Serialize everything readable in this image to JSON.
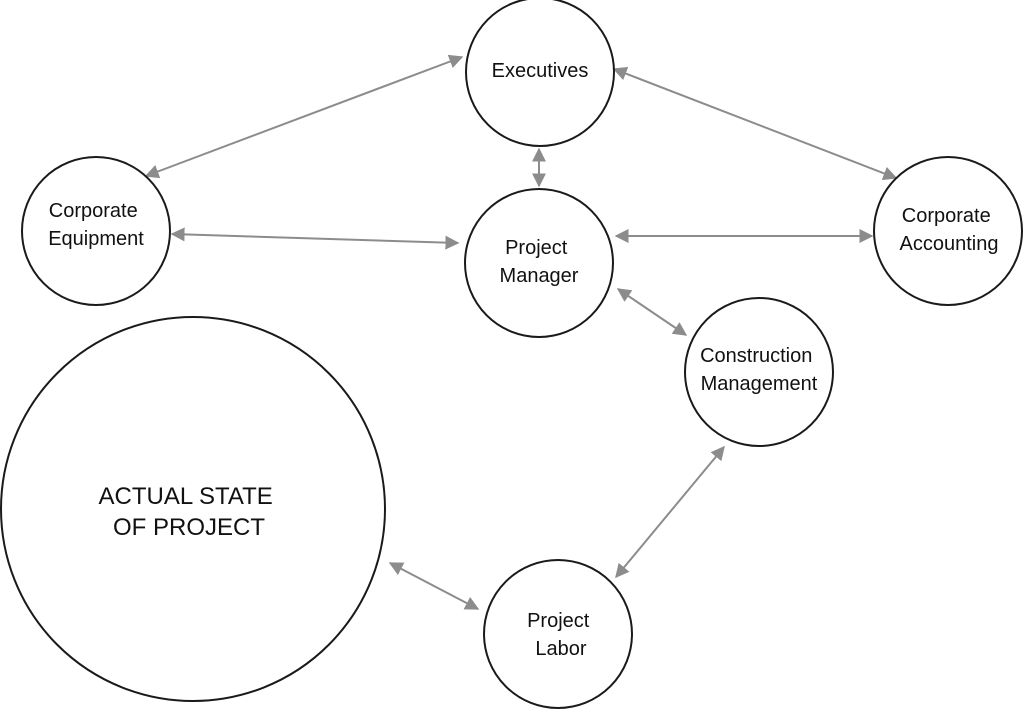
{
  "colors": {
    "node_stroke": "#1a1a1a",
    "arrow": "#8c8c8c",
    "text": "#111111",
    "background": "#ffffff"
  },
  "nodes": {
    "executives": {
      "lines": [
        "Executives"
      ]
    },
    "project_manager": {
      "lines": [
        "Project",
        "Manager"
      ]
    },
    "corporate_equipment": {
      "lines": [
        "Corporate",
        "Equipment"
      ]
    },
    "corporate_accounting": {
      "lines": [
        "Corporate",
        "Accounting"
      ]
    },
    "construction_management": {
      "lines": [
        "Construction",
        "Management"
      ]
    },
    "project_labor": {
      "lines": [
        "Project",
        "Labor"
      ]
    },
    "actual_state": {
      "lines": [
        "ACTUAL STATE",
        "OF PROJECT"
      ]
    }
  },
  "connections": [
    {
      "from": "executives",
      "to": "corporate_equipment",
      "style": "bidirectional-arrow"
    },
    {
      "from": "executives",
      "to": "corporate_accounting",
      "style": "bidirectional-arrow"
    },
    {
      "from": "executives",
      "to": "project_manager",
      "style": "bidirectional-arrow"
    },
    {
      "from": "corporate_equipment",
      "to": "project_manager",
      "style": "bidirectional-arrow"
    },
    {
      "from": "project_manager",
      "to": "corporate_accounting",
      "style": "bidirectional-arrow"
    },
    {
      "from": "project_manager",
      "to": "construction_management",
      "style": "bidirectional-arrow"
    },
    {
      "from": "construction_management",
      "to": "project_labor",
      "style": "bidirectional-arrow"
    },
    {
      "from": "actual_state",
      "to": "project_labor",
      "style": "bidirectional-arrow"
    }
  ]
}
